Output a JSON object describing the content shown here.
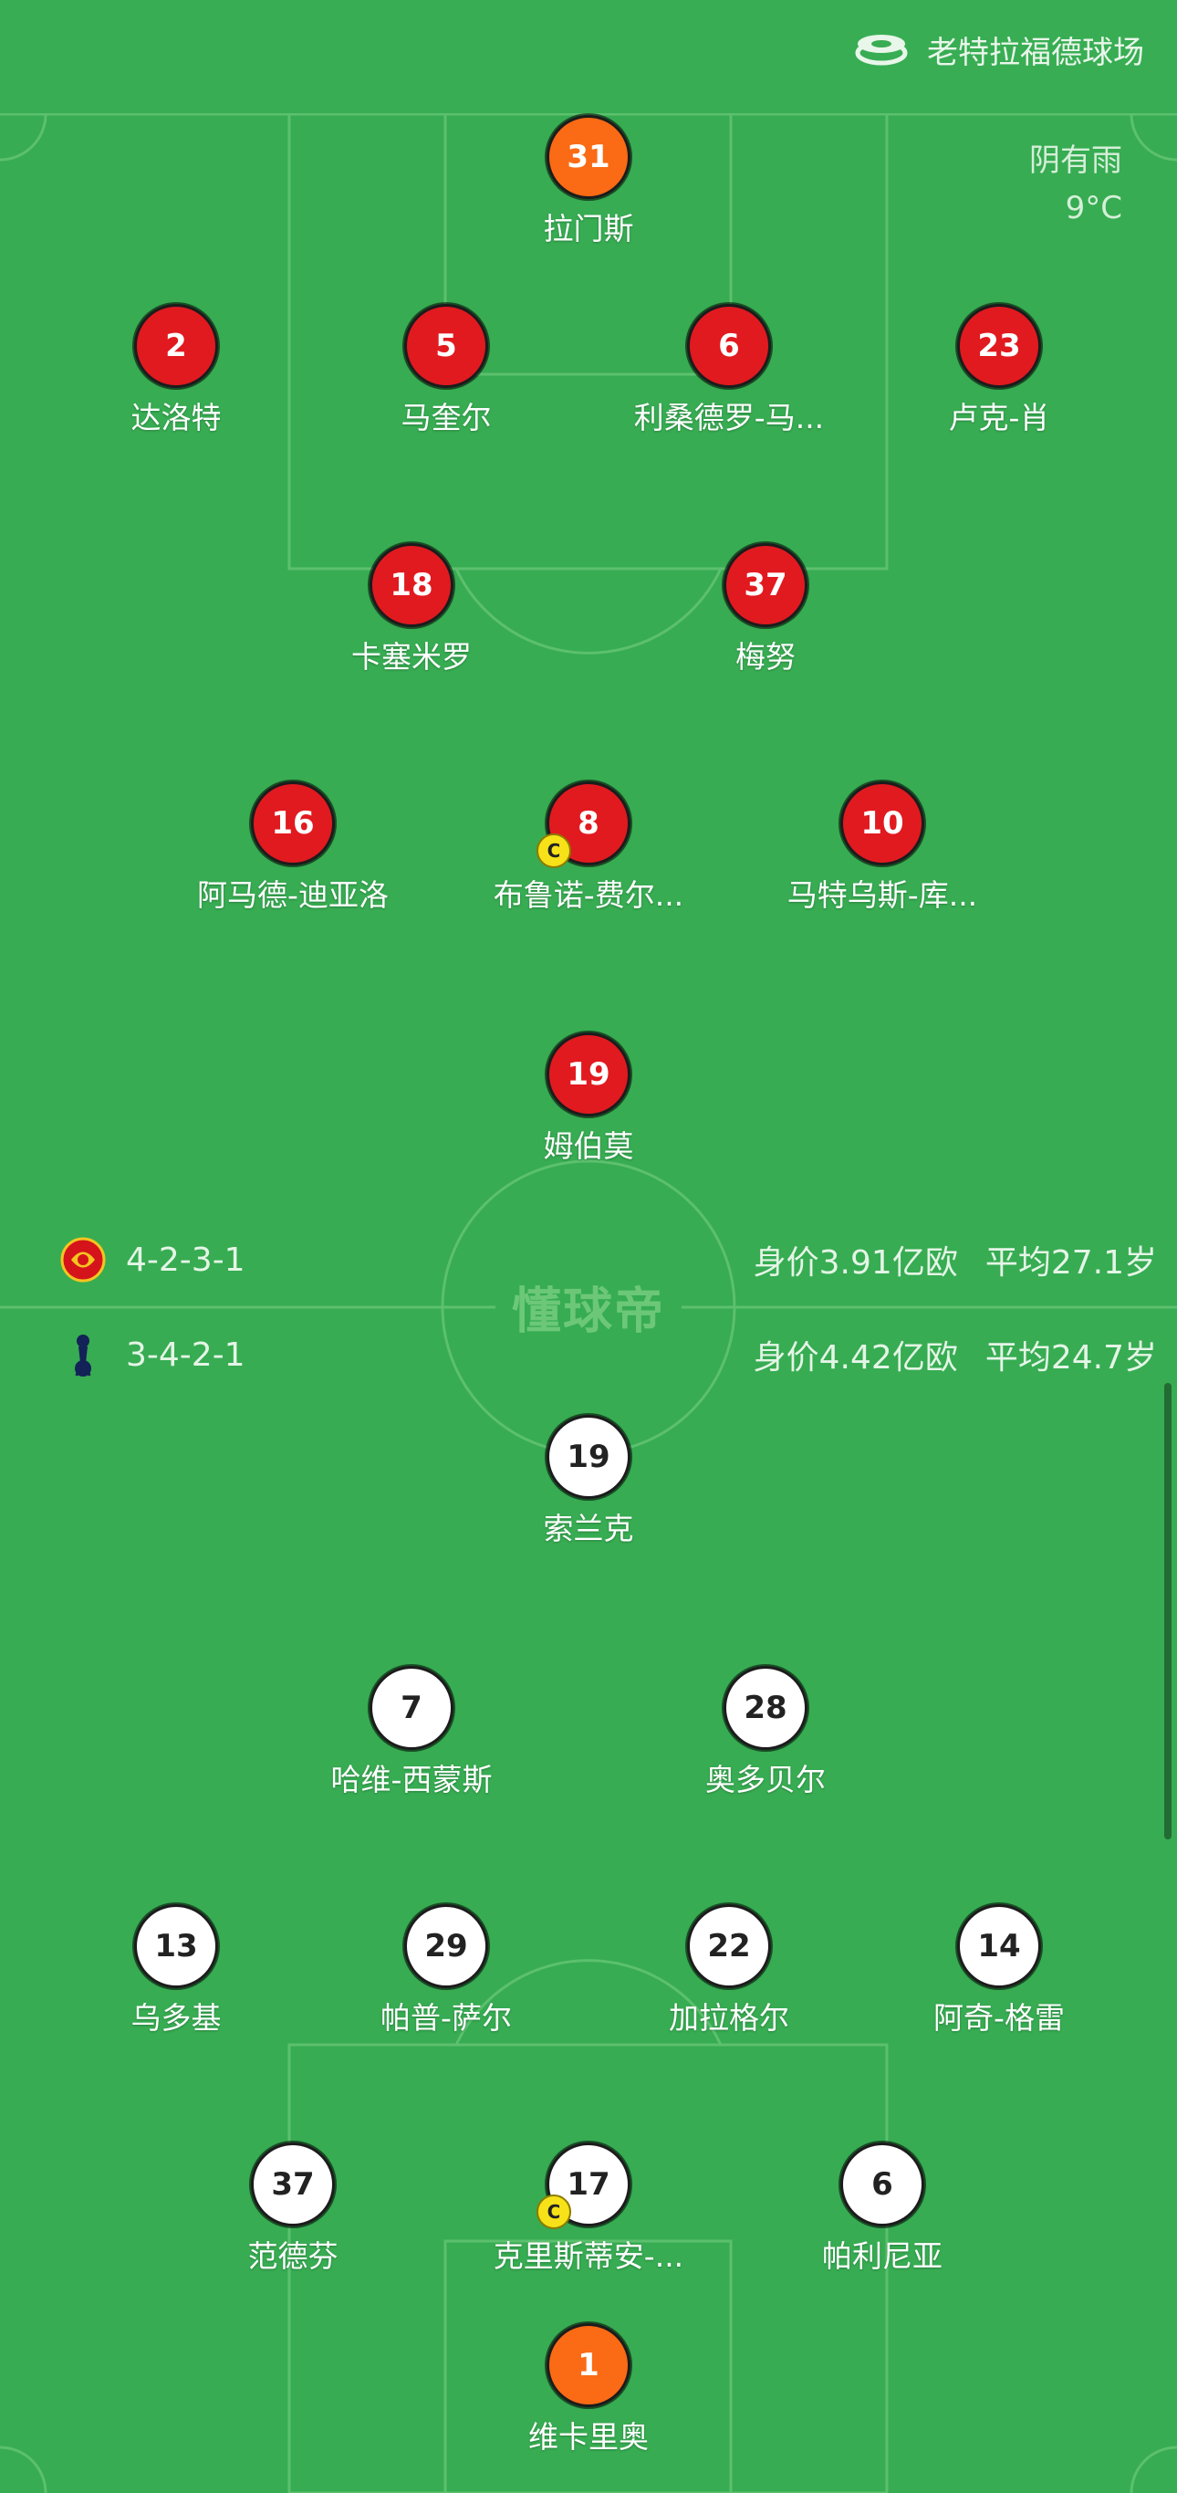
{
  "venue": "老特拉福德球场",
  "weather": {
    "condition": "阴有雨",
    "temperature": "9°C"
  },
  "watermark": "懂球帝",
  "home_team": {
    "formation": "4-2-3-1",
    "value": "身价3.91亿欧",
    "avg_age": "平均27.1岁",
    "color": "#e11a20",
    "players": [
      {
        "number": "31",
        "name": "拉门斯",
        "role": "gk"
      },
      {
        "number": "2",
        "name": "达洛特"
      },
      {
        "number": "5",
        "name": "马奎尔"
      },
      {
        "number": "6",
        "name": "利桑德罗-马..."
      },
      {
        "number": "23",
        "name": "卢克-肖"
      },
      {
        "number": "18",
        "name": "卡塞米罗"
      },
      {
        "number": "37",
        "name": "梅努"
      },
      {
        "number": "16",
        "name": "阿马德-迪亚洛"
      },
      {
        "number": "8",
        "name": "布鲁诺-费尔...",
        "captain": "C"
      },
      {
        "number": "10",
        "name": "马特乌斯-库..."
      },
      {
        "number": "19",
        "name": "姆伯莫"
      }
    ]
  },
  "away_team": {
    "formation": "3-4-2-1",
    "value": "身价4.42亿欧",
    "avg_age": "平均24.7岁",
    "color": "#ffffff",
    "players": [
      {
        "number": "19",
        "name": "索兰克"
      },
      {
        "number": "7",
        "name": "哈维-西蒙斯"
      },
      {
        "number": "28",
        "name": "奥多贝尔"
      },
      {
        "number": "13",
        "name": "乌多基"
      },
      {
        "number": "29",
        "name": "帕普-萨尔"
      },
      {
        "number": "22",
        "name": "加拉格尔"
      },
      {
        "number": "14",
        "name": "阿奇-格雷"
      },
      {
        "number": "37",
        "name": "范德芬"
      },
      {
        "number": "17",
        "name": "克里斯蒂安-...",
        "captain": "C"
      },
      {
        "number": "6",
        "name": "帕利尼亚"
      },
      {
        "number": "1",
        "name": "维卡里奥",
        "role": "gk"
      }
    ]
  }
}
